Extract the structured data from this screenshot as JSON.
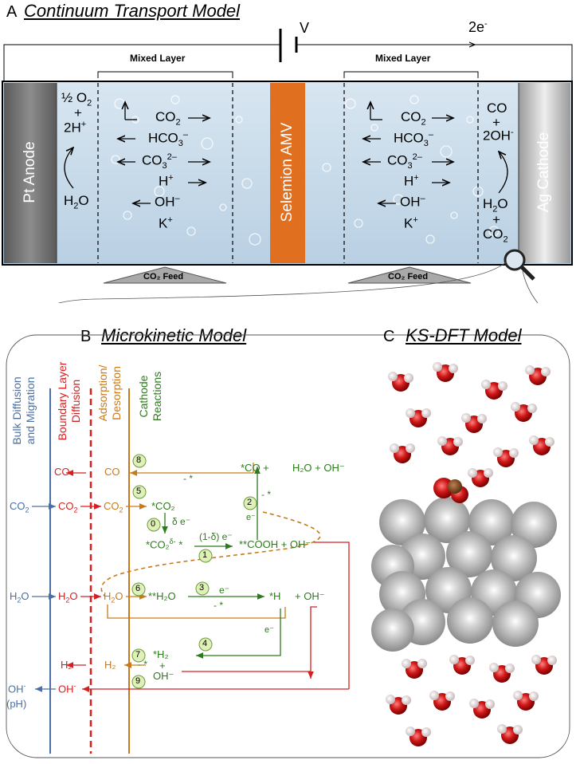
{
  "panel_a": {
    "letter": "A",
    "title": "Continuum Transport Model",
    "voltage_label": "V",
    "electron_label": "2e",
    "mixed_layer_label": "Mixed Layer",
    "anode_label": "Pt Anode",
    "membrane_label": "Selemion AMV",
    "cathode_label": "Ag Cathode",
    "feed_label": "CO₂ Feed",
    "species": [
      "CO",
      "HCO",
      "CO",
      "H",
      "OH",
      "K"
    ],
    "anode_products": [
      "½ O",
      "+",
      "2H",
      "H"
    ],
    "cathode_products": [
      "CO",
      "+",
      "2OH",
      "H",
      "O",
      "+",
      "CO"
    ]
  },
  "panel_b": {
    "letter": "B",
    "title": "Microkinetic Model",
    "columns": [
      "Bulk Diffusion",
      "and Migration",
      "Boundary Layer",
      "Diffusion",
      "Adsorption/",
      "Desorption",
      "Cathode",
      "Reactions"
    ],
    "bulk_species": [
      "CO",
      "H",
      "O",
      "OH",
      "(pH)"
    ],
    "step_numbers": [
      "0",
      "1",
      "2",
      "3",
      "4",
      "5",
      "6",
      "7",
      "8",
      "9"
    ],
    "labels": {
      "co_out": "CO",
      "co_ads": "CO",
      "star_co": "*CO +",
      "h2o_oh": "H₂O   + OH⁻",
      "minus_star": "- *",
      "star_co2": "*CO₂",
      "delta_e": "δ e⁻",
      "co2_delta": "*CO₂",
      "one_minus_delta": "(1-δ) e⁻",
      "cooh": "**COOH + OH⁻",
      "e_minus": "e⁻",
      "star_star_h2o": "**H₂O",
      "star_h": "*H",
      "plus_oh": "+ OH⁻",
      "star_h2": "*H₂",
      "plus": "+",
      "oh": "OH⁻",
      "h2": "H₂"
    }
  },
  "panel_c": {
    "letter": "C",
    "title": "KS-DFT Model"
  },
  "colors": {
    "blue": "#4a6fa5",
    "red": "#d62020",
    "orange": "#c87a1a",
    "green": "#2e7a1e",
    "membrane": "#e07020",
    "electrolyte": "#c7dcec"
  }
}
